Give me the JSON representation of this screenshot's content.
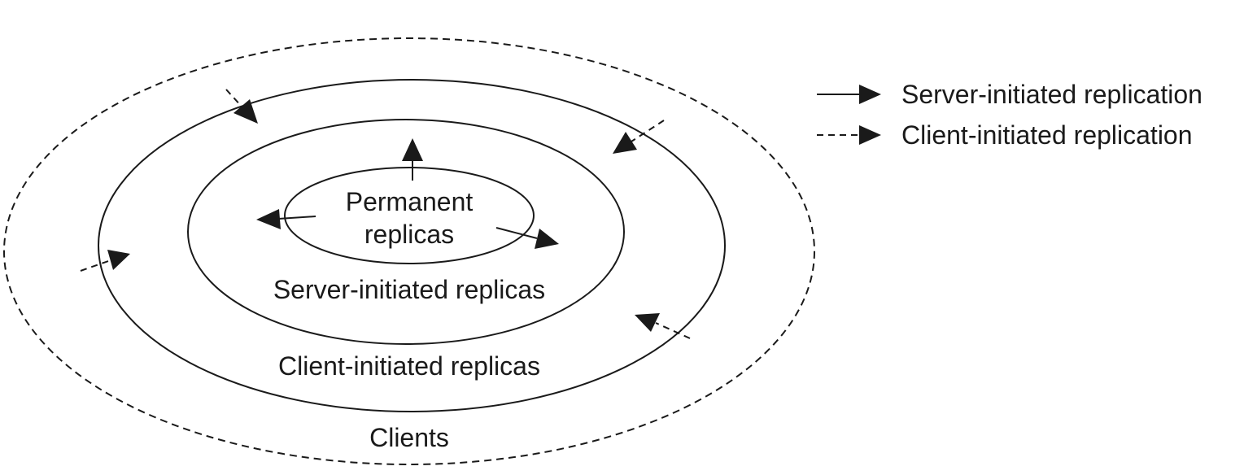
{
  "rings": {
    "permanent_label_line1": "Permanent",
    "permanent_label_line2": "replicas",
    "server_initiated_label": "Server-initiated replicas",
    "client_initiated_label": "Client-initiated replicas",
    "clients_label": "Clients"
  },
  "legend": {
    "solid_label": "Server-initiated replication",
    "dashed_label": "Client-initiated replication"
  },
  "colors": {
    "ink": "#1a1a1a",
    "background": "#ffffff"
  }
}
